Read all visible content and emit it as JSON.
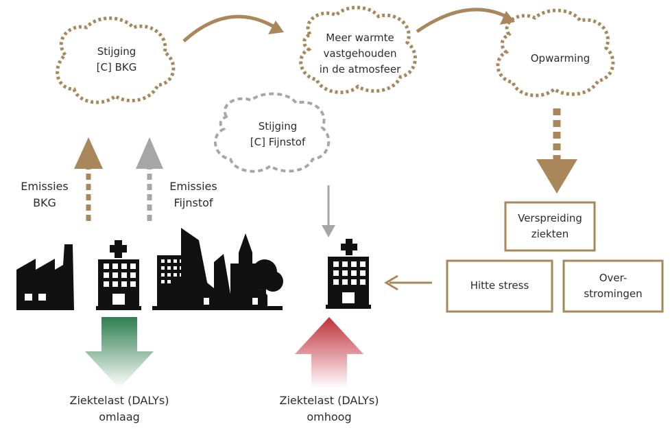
{
  "colors": {
    "brown": "#a9875a",
    "gray": "#a6a6a6",
    "green": "#2f7e4f",
    "red": "#c0303a",
    "icon": "#111111"
  },
  "clouds": {
    "bkg": {
      "line1": "Stijging",
      "line2": "[C] BKG"
    },
    "warmte": {
      "line1": "Meer warmte",
      "line2": "vastgehouden",
      "line3": "in de atmosfeer"
    },
    "opwarming": {
      "line1": "Opwarming"
    },
    "fijnstof": {
      "line1": "Stijging",
      "line2": "[C] Fijnstof"
    }
  },
  "emissions": {
    "bkg": {
      "line1": "Emissies",
      "line2": "BKG"
    },
    "fijnstof": {
      "line1": "Emissies",
      "line2": "Fijnstof"
    }
  },
  "boxes": {
    "verspreiding": {
      "line1": "Verspreiding",
      "line2": "ziekten"
    },
    "hitte": {
      "line1": "Hitte stress"
    },
    "overstromingen": {
      "line1": "Over-",
      "line2": "stromingen"
    }
  },
  "burden": {
    "down": {
      "line1": "Ziektelast (DALYs)",
      "line2": "omlaag"
    },
    "up": {
      "line1": "Ziektelast (DALYs)",
      "line2": "omhoog"
    }
  }
}
